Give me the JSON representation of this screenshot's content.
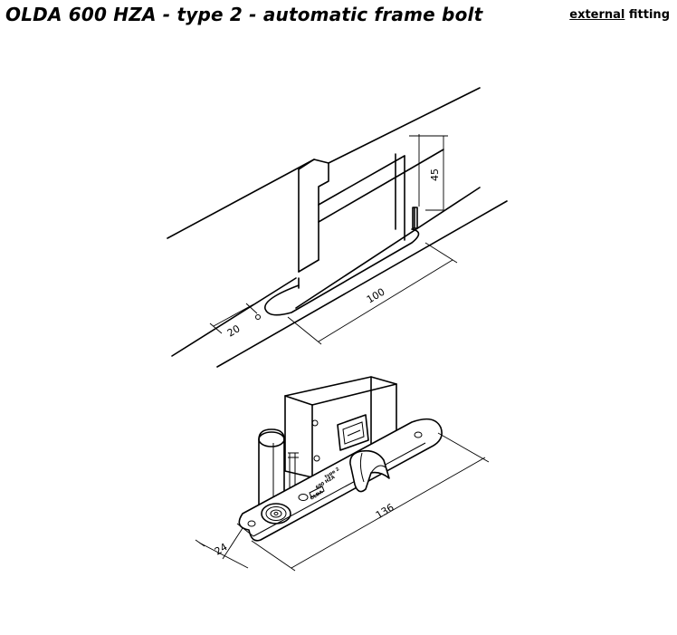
{
  "header": {
    "title": "OLDA 600 HZA - type 2 - automatic frame bolt",
    "fitting_underlined": "external",
    "fitting_rest": " fitting"
  },
  "dimensions": {
    "height": "45",
    "cutout_length": "100",
    "offset": "20",
    "plate_length": "136",
    "plate_width": "24"
  },
  "plate_text": {
    "brand": "OLDA",
    "model": "600 HZA",
    "type": "type 2"
  }
}
